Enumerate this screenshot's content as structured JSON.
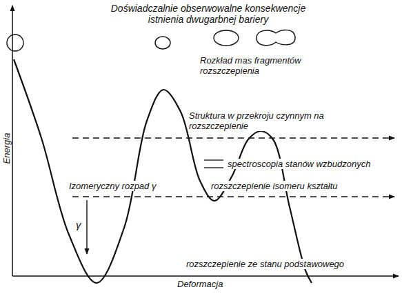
{
  "diagram": {
    "title": "Doświadczalnie obserwowalne konsekwencje istnienia dwugarbnej bariery",
    "labels": [
      "Rozkład mas fragmentów rozszczepienia",
      "Struktura w przekroju czynnym na rozszczepienie",
      "spectroscopia stanów wzbudzonych",
      "Izomeryczny rozpad γ",
      "rozszczepienie isomeru kształtu",
      "γ",
      "rozszczepienie ze stanu podstawowego",
      "Energia",
      "Deformacja"
    ]
  }
}
